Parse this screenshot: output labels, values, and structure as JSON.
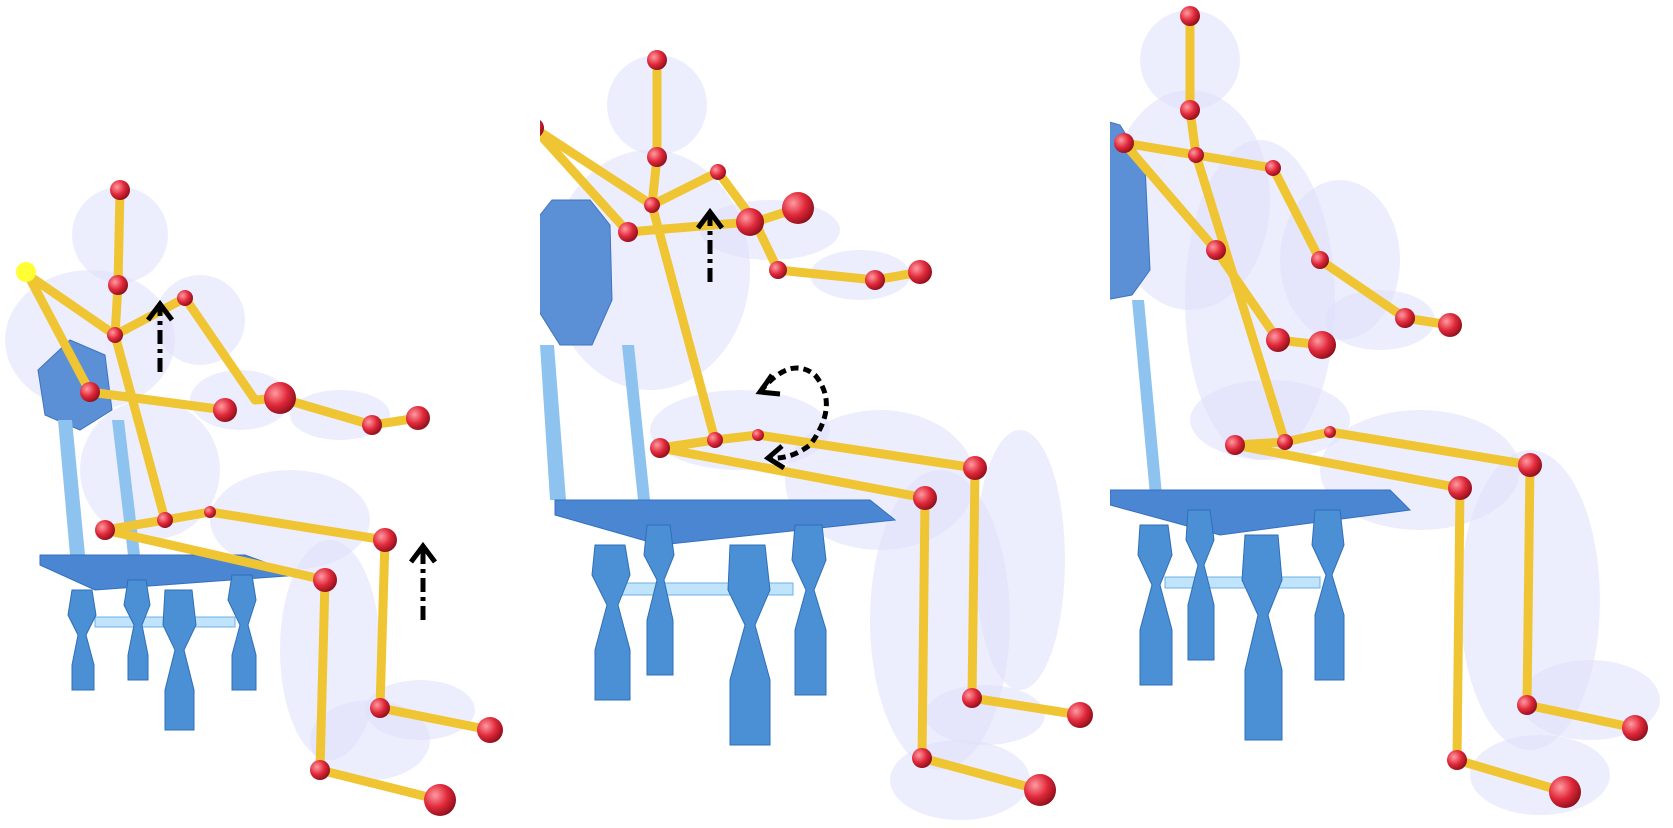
{
  "figure": {
    "panels": [
      {
        "id": "panel-1",
        "arrows": [
          "chest-up-arrow",
          "knee-up-arrow"
        ]
      },
      {
        "id": "panel-2",
        "arrows": [
          "chest-up-arrow",
          "pelvis-rotate-arrow"
        ]
      },
      {
        "id": "panel-3",
        "arrows": []
      }
    ],
    "colors": {
      "bone": "#f2cc3a",
      "joint": "#e0283a",
      "chair": "#5b8fd6",
      "chair_dark": "#3f74bf",
      "chair_light": "#8ec3f0",
      "volume": "#d9dcf7",
      "arrow": "#000000",
      "end_effector_highlight": "#ffff33"
    }
  }
}
